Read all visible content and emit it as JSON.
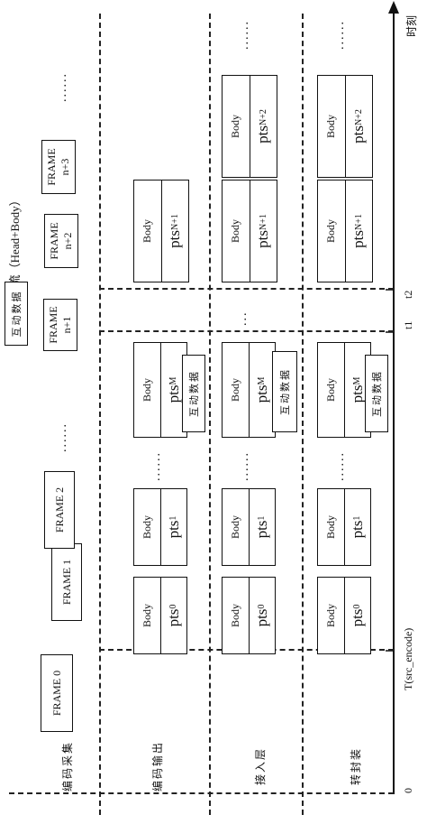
{
  "title": "Flv Tag数据流（Head+Body）",
  "rows": [
    "编码采集",
    "编码输出",
    "接入层",
    "转封装"
  ],
  "time_axis": {
    "label": "时刻",
    "origin": "0",
    "t_src": "T(src_encode)",
    "t1": "t1",
    "t2": "t2"
  },
  "frames": [
    "FRAME 0",
    "FRAME 1",
    "FRAME 2",
    "FRAME n+1",
    "FRAME n+2",
    "FRAME n+3"
  ],
  "frame_word": "FRAME",
  "frame_suffix": [
    "n+1",
    "n+2",
    "n+3"
  ],
  "interactive": "互动数据",
  "body": "Body",
  "pts": "pts",
  "pts_subs": [
    "0",
    "1",
    "M",
    "N+1",
    "N+2"
  ],
  "ellipsis": "......",
  "ellipsis_short": "..."
}
